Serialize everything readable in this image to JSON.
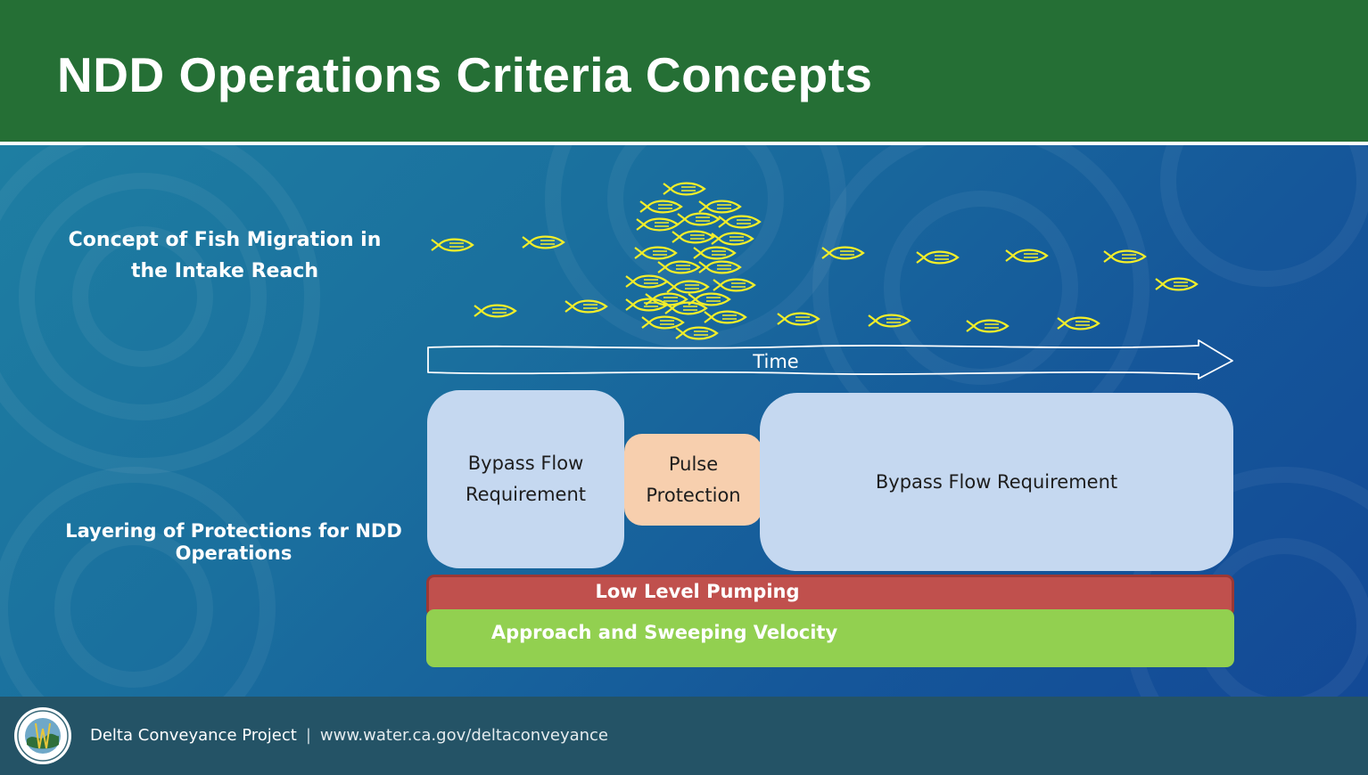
{
  "slide": {
    "title": "NDD Operations Criteria Concepts"
  },
  "labels": {
    "fish_migration": "Concept of Fish Migration in the Intake Reach",
    "layering": "Layering of Protections for NDD Operations",
    "time": "Time"
  },
  "protections": {
    "bypass_left": "Bypass Flow Requirement",
    "pulse": "Pulse Protection",
    "bypass_right": "Bypass Flow Requirement",
    "low_level_pumping": "Low Level Pumping",
    "approach_velocity": "Approach and Sweeping Velocity"
  },
  "footer": {
    "project": "Delta Conveyance Project",
    "separator": "|",
    "url": "www.water.ca.gov/deltaconveyance"
  },
  "colors": {
    "header_green": "#256f35",
    "bypass_blue": "#c5d8f0",
    "pulse_peach": "#f7cfae",
    "pumping_red": "#c0504d",
    "velocity_green": "#92d050",
    "fish_yellow": "#f2ee2a",
    "footer_slate": "#245366"
  },
  "icons": {
    "fish": "fish-icon",
    "seal": "dwr-seal-icon",
    "arrow": "time-arrow-icon"
  }
}
